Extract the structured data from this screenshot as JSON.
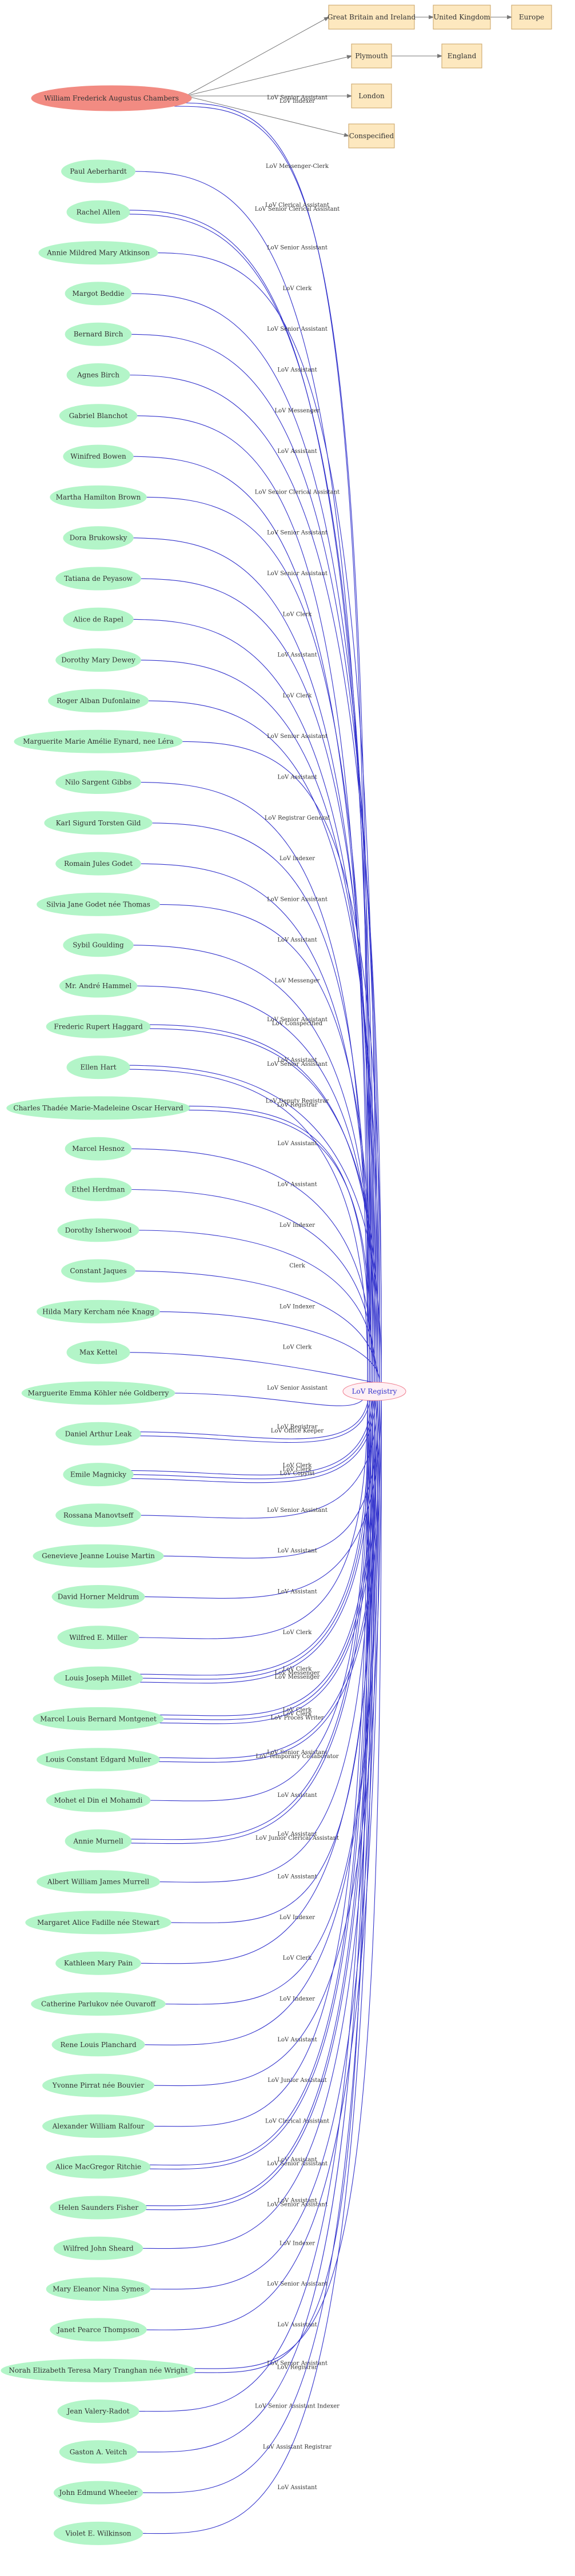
{
  "colors": {
    "person_fill": "#b3f5c8",
    "focus_fill": "#f28b82",
    "place_fill": "#fde8bf",
    "place_stroke": "#c8a060",
    "registry_fill": "#fff0f4",
    "registry_stroke": "#f08090",
    "registry_text": "#3333cc",
    "edge_blue": "#3333cc",
    "edge_gray": "#777777"
  },
  "focus_person": "William Frederick Augustus Chambers",
  "places": [
    {
      "id": "gb",
      "label": "Great Britain and Ireland"
    },
    {
      "id": "uk",
      "label": "United Kingdom"
    },
    {
      "id": "eu",
      "label": "Europe"
    },
    {
      "id": "ply",
      "label": "Plymouth"
    },
    {
      "id": "eng",
      "label": "England"
    },
    {
      "id": "lon",
      "label": "London"
    },
    {
      "id": "cons",
      "label": "Conspecified"
    }
  ],
  "registry": "LoV Registry",
  "people": [
    {
      "name": "Paul Aeberhardt",
      "roles": [
        "LoV Messenger-Clerk"
      ]
    },
    {
      "name": "Rachel Allen",
      "roles": [
        "LoV Clerical Assistant",
        "LoV Senior Clerical Assistant"
      ]
    },
    {
      "name": "Annie Mildred Mary Atkinson",
      "roles": [
        "LoV Senior Assistant"
      ]
    },
    {
      "name": "Margot Beddie",
      "roles": [
        "LoV Clerk"
      ]
    },
    {
      "name": "Bernard Birch",
      "roles": [
        "LoV Senior Assistant"
      ]
    },
    {
      "name": "Agnes Birch",
      "roles": [
        "LoV Assistant"
      ]
    },
    {
      "name": "Gabriel Blanchot",
      "roles": [
        "LoV Messenger"
      ]
    },
    {
      "name": "Winifred Bowen",
      "roles": [
        "LoV Assistant"
      ]
    },
    {
      "name": "Martha Hamilton Brown",
      "roles": [
        "LoV Senior Clerical Assistant"
      ]
    },
    {
      "name": "Dora Brukowsky",
      "roles": [
        "LoV Senior Assistant"
      ]
    },
    {
      "name": "Tatiana de Peyasow",
      "roles": [
        "LoV Senior Assistant"
      ]
    },
    {
      "name": "Alice de Rapel",
      "roles": [
        "LoV Clerk"
      ]
    },
    {
      "name": "Dorothy Mary Dewey",
      "roles": [
        "LoV Assistant"
      ]
    },
    {
      "name": "Roger Alban Dufonlaine",
      "roles": [
        "LoV Clerk"
      ]
    },
    {
      "name": "Marguerite Marie Amélie Eynard, nee Léra",
      "roles": [
        "LoV Senior Assistant"
      ]
    },
    {
      "name": "Nilo Sargent Gibbs",
      "roles": [
        "LoV Assistant"
      ]
    },
    {
      "name": "Karl Sigurd Torsten Gild",
      "roles": [
        "LoV Registrar General"
      ]
    },
    {
      "name": "Romain Jules Godet",
      "roles": [
        "LoV Indexer"
      ]
    },
    {
      "name": "Silvia Jane Godet née Thomas",
      "roles": [
        "LoV Senior Assistant"
      ]
    },
    {
      "name": "Sybil Goulding",
      "roles": [
        "LoV Assistant"
      ]
    },
    {
      "name": "Mr. André Hammel",
      "roles": [
        "LoV Messenger"
      ]
    },
    {
      "name": "Frederic Rupert Haggard",
      "roles": [
        "LoV Senior Assistant",
        "LoV Conspecified"
      ]
    },
    {
      "name": "Ellen Hart",
      "roles": [
        "LoV Assistant",
        "LoV Senior Assistant"
      ]
    },
    {
      "name": "Charles Thadée Marie-Madeleine Oscar Hervard",
      "roles": [
        "LoV Deputy Registrar",
        "LoV Registrar"
      ]
    },
    {
      "name": "Marcel Hesnoz",
      "roles": [
        "LoV Assistant"
      ]
    },
    {
      "name": "Ethel Herdman",
      "roles": [
        "LoV Assistant"
      ]
    },
    {
      "name": "Dorothy Isherwood",
      "roles": [
        "LoV Indexer"
      ]
    },
    {
      "name": "Constant Jaques",
      "roles": [
        "Clerk"
      ]
    },
    {
      "name": "Hilda Mary Kercham née Knagg",
      "roles": [
        "LoV Indexer"
      ]
    },
    {
      "name": "Max Kettel",
      "roles": [
        "LoV Clerk"
      ]
    },
    {
      "name": "Marguerite Emma Köhler née Goldberry",
      "roles": [
        "LoV Senior Assistant"
      ]
    },
    {
      "name": "Daniel Arthur Leak",
      "roles": [
        "LoV Registrar",
        "LoV Office Keeper"
      ]
    },
    {
      "name": "Emile Magnicky",
      "roles": [
        "LoV Clerk",
        "LoV Clerk",
        "LoV Copyist"
      ]
    },
    {
      "name": "Rossana Manovtseff",
      "roles": [
        "LoV Senior Assistant"
      ]
    },
    {
      "name": "Genevieve Jeanne Louise Martin",
      "roles": [
        "LoV Assistant"
      ]
    },
    {
      "name": "David Horner Meldrum",
      "roles": [
        "LoV Assistant"
      ]
    },
    {
      "name": "Wilfred E. Miller",
      "roles": [
        "LoV Clerk"
      ]
    },
    {
      "name": "Louis Joseph Millet",
      "roles": [
        "LoV Clerk",
        "LoV Messenger",
        "LoV Messenger"
      ]
    },
    {
      "name": "Marcel Louis Bernard Montgenet",
      "roles": [
        "LoV Clerk",
        "LoV Clerk",
        "LoV Procès Writer"
      ]
    },
    {
      "name": "Louis Constant Edgard Muller",
      "roles": [
        "LoV Senior Assistant",
        "LoV Temporary Collaborator"
      ]
    },
    {
      "name": "Mohet el Din el Mohamdi",
      "roles": [
        "LoV Assistant"
      ]
    },
    {
      "name": "Annie Murnell",
      "roles": [
        "LoV Assistant",
        "LoV Junior Clerical Assistant"
      ]
    },
    {
      "name": "Albert William James Murrell",
      "roles": [
        "LoV Assistant"
      ]
    },
    {
      "name": "Margaret Alice Fadille née Stewart",
      "roles": [
        "LoV Indexer"
      ]
    },
    {
      "name": "Kathleen Mary Pain",
      "roles": [
        "LoV Clerk"
      ]
    },
    {
      "name": "Catherine Parlukov née Ouvaroff",
      "roles": [
        "LoV Indexer"
      ]
    },
    {
      "name": "Rene Louis Planchard",
      "roles": [
        "LoV Assistant"
      ]
    },
    {
      "name": "Yvonne Pirrat née Bouvier",
      "roles": [
        "LoV Junior Assistant"
      ]
    },
    {
      "name": "Alexander William Ralfour",
      "roles": [
        "LoV Clerical Assistant"
      ]
    },
    {
      "name": "Alice MacGregor Ritchie",
      "roles": [
        "LoV Assistant",
        "LoV Senior Assistant"
      ]
    },
    {
      "name": "Helen Saunders Fisher",
      "roles": [
        "LoV Assistant",
        "LoV Senior Assistant"
      ]
    },
    {
      "name": "Wilfred John Sheard",
      "roles": [
        "LoV Indexer"
      ]
    },
    {
      "name": "Mary Eleanor Nina Symes",
      "roles": [
        "LoV Senior Assistant"
      ]
    },
    {
      "name": "Janet Pearce Thompson",
      "roles": [
        "LoV Assistant"
      ]
    },
    {
      "name": "Norah Elizabeth Teresa Mary Tranghan née Wright",
      "roles": [
        "LoV Senior Assistant",
        "LoV Registrar"
      ]
    },
    {
      "name": "Jean Valery-Radot",
      "roles": [
        "LoV Senior Assistant Indexer"
      ]
    },
    {
      "name": "Gaston A. Veitch",
      "roles": [
        "LoV Assistant Registrar"
      ]
    },
    {
      "name": "John Edmund Wheeler",
      "roles": [
        "LoV Assistant"
      ]
    },
    {
      "name": "Violet E. Wilkinson",
      "roles": []
    }
  ],
  "focus_edges": [
    "LoV Senior Assistant",
    "LoV Indexer"
  ]
}
